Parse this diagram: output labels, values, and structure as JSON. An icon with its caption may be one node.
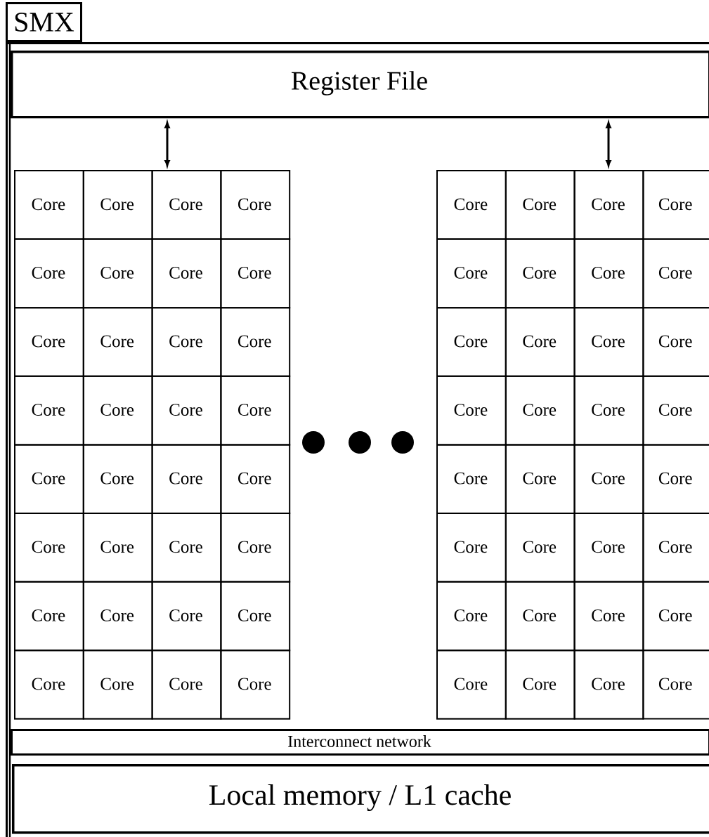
{
  "diagram": {
    "nodes": [
      {
        "text": [
          "SMX"
        ]
      },
      {
        "text": [
          "Register File"
        ],
        "in": 0
      },
      {
        "text": [
          "Core"
        ],
        "in": 0
      },
      {
        "text": [
          "Core"
        ],
        "in": 0
      },
      {
        "text": [
          "Core"
        ],
        "in": 0
      },
      {
        "text": [
          "Core"
        ],
        "in": 0
      },
      {
        "text": [
          "Core"
        ],
        "in": 0
      },
      {
        "text": [
          "Core"
        ],
        "in": 0
      },
      {
        "text": [
          "Core"
        ],
        "in": 0
      },
      {
        "text": [
          "Core"
        ],
        "in": 0
      },
      {
        "text": [
          "Core"
        ],
        "in": 0
      },
      {
        "text": [
          "Core"
        ],
        "in": 0
      },
      {
        "text": [
          "Core"
        ],
        "in": 0
      },
      {
        "text": [
          "Core"
        ],
        "in": 0
      },
      {
        "text": [
          "Core"
        ],
        "in": 0
      },
      {
        "text": [
          "Core"
        ],
        "in": 0
      },
      {
        "text": [
          "Core"
        ],
        "in": 0
      },
      {
        "text": [
          "Core"
        ],
        "in": 0
      },
      {
        "text": [
          "Core"
        ],
        "in": 0
      },
      {
        "text": [
          "Core"
        ],
        "in": 0
      },
      {
        "text": [
          "Core"
        ],
        "in": 0
      },
      {
        "text": [
          "Core"
        ],
        "in": 0
      },
      {
        "text": [
          "Core"
        ],
        "in": 0
      },
      {
        "text": [
          "Core"
        ],
        "in": 0
      },
      {
        "text": [
          "Core"
        ],
        "in": 0
      },
      {
        "text": [
          "Core"
        ],
        "in": 0
      },
      {
        "text": [
          "Core"
        ],
        "in": 0
      },
      {
        "text": [
          "Core"
        ],
        "in": 0
      },
      {
        "text": [
          "Core"
        ],
        "in": 0
      },
      {
        "text": [
          "Core"
        ],
        "in": 0
      },
      {
        "text": [
          "Core"
        ],
        "in": 0
      },
      {
        "text": [
          "Core"
        ],
        "in": 0
      },
      {
        "text": [
          "Core"
        ],
        "in": 0
      },
      {
        "text": [
          "Core"
        ],
        "in": 0
      },
      {
        "text": [
          "Core"
        ],
        "in": 0
      },
      {
        "text": [
          "Core"
        ],
        "in": 0
      },
      {
        "text": [
          "Core"
        ],
        "in": 0
      },
      {
        "text": [
          "Core"
        ],
        "in": 0
      },
      {
        "text": [
          "Core"
        ],
        "in": 0
      },
      {
        "text": [
          "Core"
        ],
        "in": 0
      },
      {
        "text": [
          "Core"
        ],
        "in": 0
      },
      {
        "text": [
          "Core"
        ],
        "in": 0
      },
      {
        "text": [
          "Core"
        ],
        "in": 0
      },
      {
        "text": [
          "Core"
        ],
        "in": 0
      },
      {
        "text": [
          "Core"
        ],
        "in": 0
      },
      {
        "text": [
          "Core"
        ],
        "in": 0
      },
      {
        "text": [
          "Core"
        ],
        "in": 0
      },
      {
        "text": [
          "Core"
        ],
        "in": 0
      },
      {
        "text": [
          "Core"
        ],
        "in": 0
      },
      {
        "text": [
          "Core"
        ],
        "in": 0
      },
      {
        "text": [
          "Core"
        ],
        "in": 0
      },
      {
        "text": [
          "Core"
        ],
        "in": 0
      },
      {
        "text": [
          "Core"
        ],
        "in": 0
      },
      {
        "text": [
          "Core"
        ],
        "in": 0
      },
      {
        "text": [
          "Core"
        ],
        "in": 0
      },
      {
        "text": [
          "Core"
        ],
        "in": 0
      },
      {
        "text": [
          "Core"
        ],
        "in": 0
      },
      {
        "text": [
          "Core"
        ],
        "in": 0
      },
      {
        "text": [
          "Core"
        ],
        "in": 0
      },
      {
        "text": [
          "Core"
        ],
        "in": 0
      },
      {
        "text": [
          "Core"
        ],
        "in": 0
      },
      {
        "text": [
          "Core"
        ],
        "in": 0
      },
      {
        "text": [
          "Core"
        ],
        "in": 0
      },
      {
        "text": [
          "Core"
        ],
        "in": 0
      },
      {
        "text": [
          "Core"
        ],
        "in": 0
      },
      {
        "text": [
          "Core"
        ],
        "in": 0
      },
      {
        "text": [
          "Interconnect network"
        ],
        "in": 0
      },
      {
        "text": [
          "Local memory / L1 cache"
        ],
        "in": 0
      }
    ],
    "edges": [
      {
        "from": 1,
        "to": 4,
        "arrow": "both"
      },
      {
        "from": 1,
        "to": 8,
        "arrow": "both"
      }
    ]
  }
}
